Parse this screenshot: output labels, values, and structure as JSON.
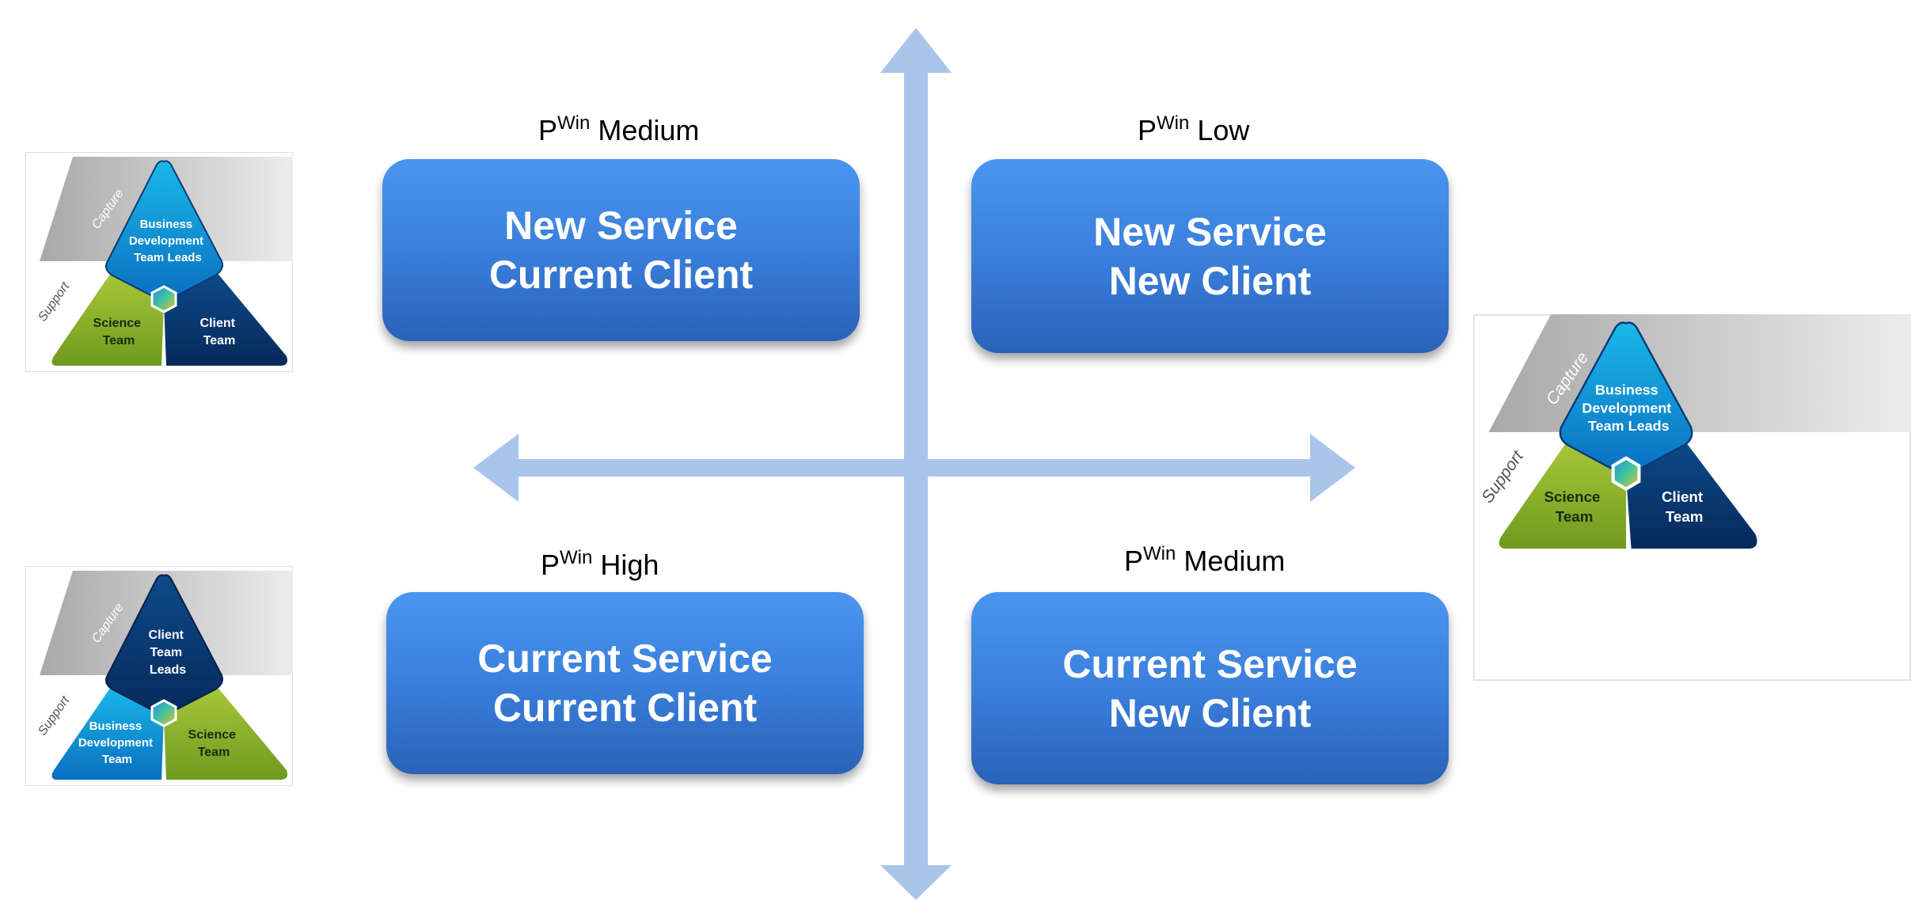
{
  "quadrants": [
    {
      "title_line1": "New Service",
      "title_line2": "Current Client",
      "pwin_p": "P",
      "pwin_sup": "Win",
      "pwin_level": "Medium"
    },
    {
      "title_line1": "New Service",
      "title_line2": "New Client",
      "pwin_p": "P",
      "pwin_sup": "Win",
      "pwin_level": "Low"
    },
    {
      "title_line1": "Current Service",
      "title_line2": "Current Client",
      "pwin_p": "P",
      "pwin_sup": "Win",
      "pwin_level": "High"
    },
    {
      "title_line1": "Current Service",
      "title_line2": "New Client",
      "pwin_p": "P",
      "pwin_sup": "Win",
      "pwin_level": "Medium"
    }
  ],
  "team_diagrams": [
    {
      "capture": "Capture",
      "support": "Support",
      "top": [
        "Business",
        "Development",
        "Team Leads"
      ],
      "left": [
        "Science",
        "Team"
      ],
      "right": [
        "Client",
        "Team"
      ]
    },
    {
      "capture": "Capture",
      "support": "Support",
      "top": [
        "Client",
        "Team",
        "Leads"
      ],
      "left": [
        "Business",
        "Development",
        "Team"
      ],
      "right": [
        "Science",
        "Team"
      ]
    },
    {
      "capture": "Capture",
      "support": "Support",
      "top": [
        "Business",
        "Development",
        "Team Leads"
      ],
      "left": [
        "Science",
        "Team"
      ],
      "right": [
        "Client",
        "Team"
      ]
    }
  ],
  "colors": {
    "axis": "#a9c6ea",
    "box_top": "#4a95f0",
    "box_bottom": "#2a62b8",
    "bd_blue": "#0a9ad8",
    "navy": "#0a3a78",
    "green": "#8fb82f",
    "capture_gray": "#c8c8c8"
  }
}
